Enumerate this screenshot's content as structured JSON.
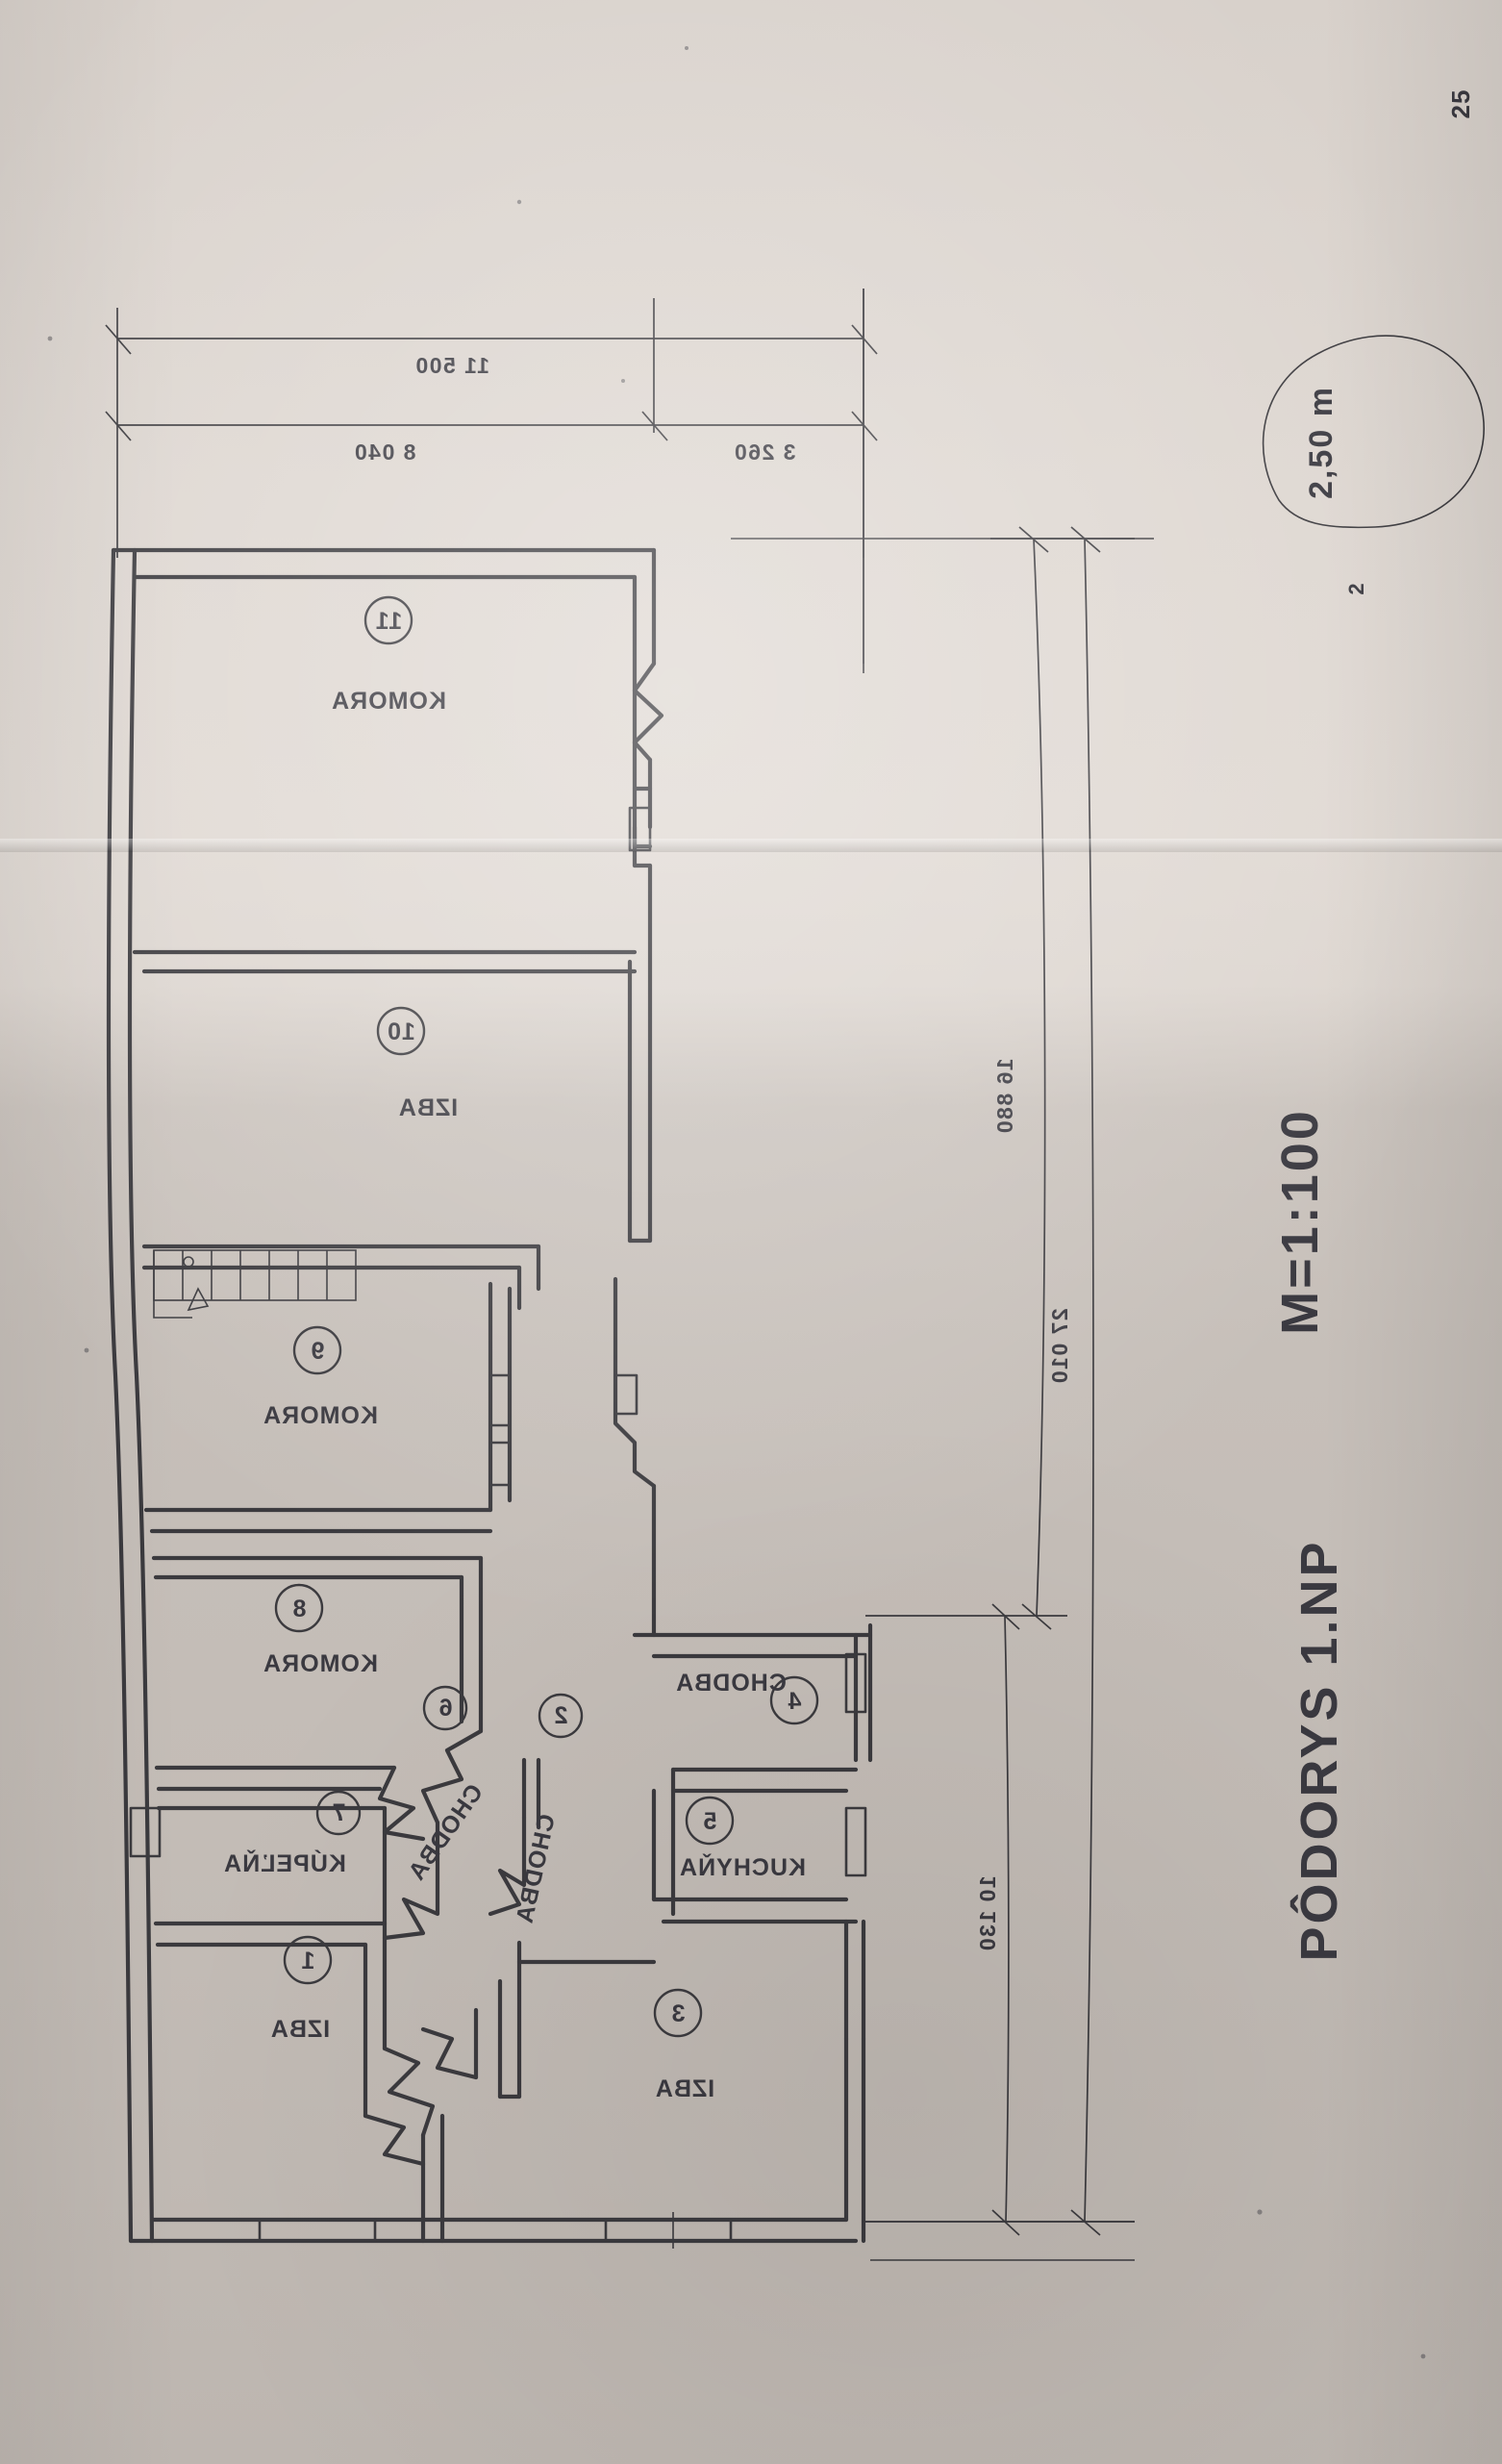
{
  "document": {
    "title": "PÔDORYS 1.NP",
    "scale": "M=1:100",
    "area_note": "2,50 m",
    "area_exponent": "2",
    "corner_mark": "25"
  },
  "dimensions": {
    "top_total": "11 500",
    "top_left": "8 040",
    "top_right": "3 260",
    "right_upper": "16 880",
    "right_total": "27 010",
    "right_lower": "10 130"
  },
  "rooms": [
    {
      "number": "11",
      "label": "KOMORA"
    },
    {
      "number": "10",
      "label": "IZBA"
    },
    {
      "number": "9",
      "label": "KOMORA"
    },
    {
      "number": "8",
      "label": "KOMORA"
    },
    {
      "number": "7",
      "label": "KÚPEĽŇA"
    },
    {
      "number": "6",
      "label": "CHODBA"
    },
    {
      "number": "5",
      "label": "KUCHYŇA"
    },
    {
      "number": "4",
      "label": "CHODBA"
    },
    {
      "number": "3",
      "label": "IZBA"
    },
    {
      "number": "2",
      "label": "CHODBA"
    },
    {
      "number": "1",
      "label": "IZBA"
    }
  ],
  "colors": {
    "ink": "#3b3a3e",
    "paper": "#d4cdc7"
  }
}
